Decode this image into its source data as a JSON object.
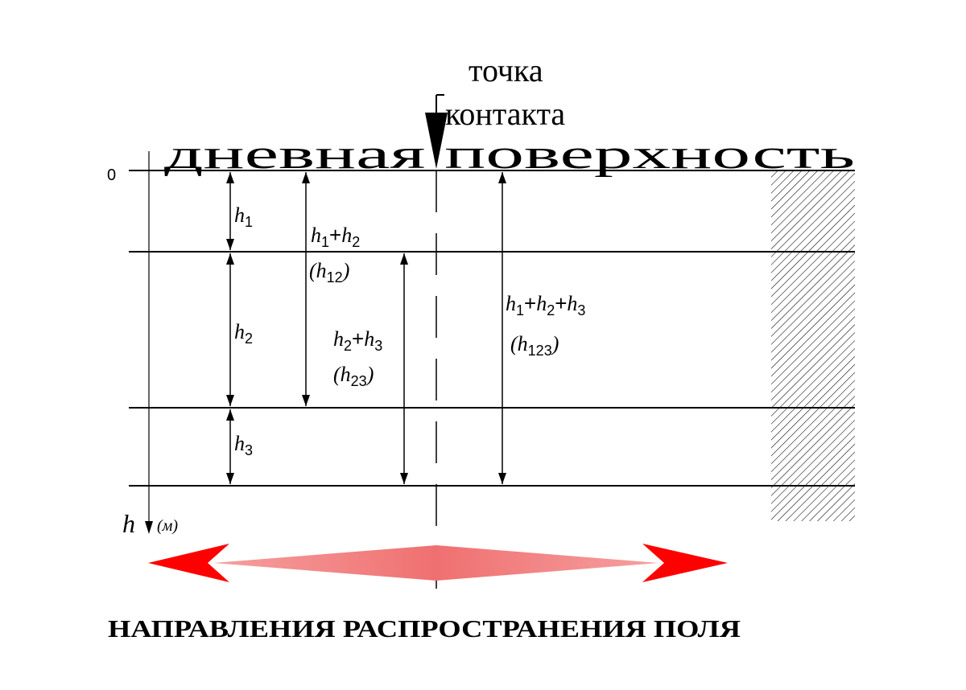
{
  "contact_point": {
    "line1": "точка",
    "line2": "контакта"
  },
  "surface_label": "дневная поверхность",
  "zero_label": "0",
  "layers": {
    "h1": {
      "symbol": "h",
      "sub": "1"
    },
    "h2": {
      "symbol": "h",
      "sub": "2"
    },
    "h3": {
      "symbol": "h",
      "sub": "3"
    }
  },
  "sums": {
    "h12": {
      "sum_a": "h",
      "sub_a": "1",
      "plus": "+",
      "sum_b": "h",
      "sub_b": "2",
      "paren_open": "(",
      "alias": "h",
      "alias_sub": "12",
      "paren_close": ")"
    },
    "h23": {
      "sum_a": "h",
      "sub_a": "2",
      "plus": "+",
      "sum_b": "h",
      "sub_b": "3",
      "paren_open": "(",
      "alias": "h",
      "alias_sub": "23",
      "paren_close": ")"
    },
    "h123": {
      "sum_a": "h",
      "sub_a": "1",
      "plus1": "+",
      "sum_b": "h",
      "sub_b": "2",
      "plus2": "+",
      "sum_c": "h",
      "sub_c": "3",
      "paren_open": "(",
      "alias": "h",
      "alias_sub": "123",
      "paren_close": ")"
    }
  },
  "depth_axis": {
    "symbol": "h",
    "unit": "(м)"
  },
  "caption": "НАПРАВЛЕНИЯ РАСПРОСТРАНЕНИЯ ПОЛЯ",
  "colors": {
    "field_arrow": "#ff0000",
    "field_arrow_fill": "#f08080",
    "line": "#000000"
  }
}
